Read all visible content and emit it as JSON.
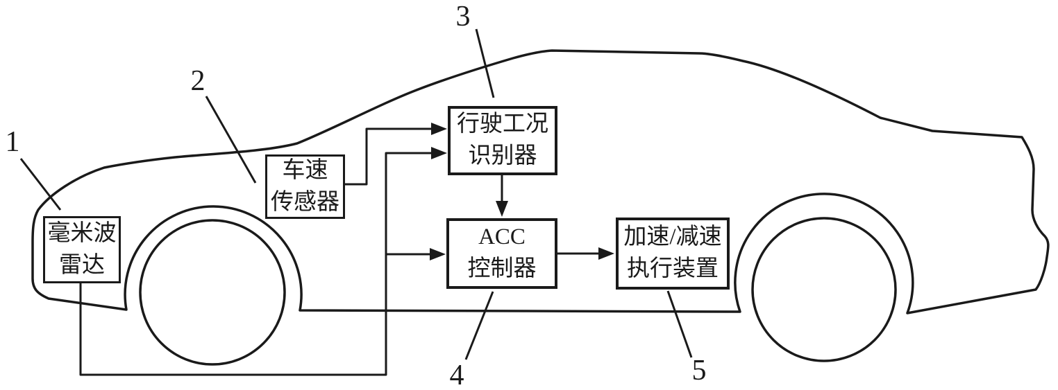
{
  "colors": {
    "background": "#ffffff",
    "line": "#1a1a1a",
    "text": "#1a1a1a"
  },
  "boxes": [
    {
      "number": "1",
      "name": "millimeter-wave-radar",
      "line1": "毫米波",
      "line2": "雷达"
    },
    {
      "number": "2",
      "name": "vehicle-speed-sensor",
      "line1": "车速",
      "line2": "传感器"
    },
    {
      "number": "3",
      "name": "driving-condition-recognizer",
      "line1": "行驶工况",
      "line2": "识别器"
    },
    {
      "number": "4",
      "name": "acc-controller",
      "line1": "ACC",
      "line2": "控制器"
    },
    {
      "number": "5",
      "name": "accel-decel-actuator",
      "line1": "加速/减速",
      "line2": "执行装置"
    }
  ],
  "connections": [
    {
      "from": "millimeter-wave-radar",
      "to": "driving-condition-recognizer",
      "arrow": true
    },
    {
      "from": "millimeter-wave-radar",
      "to": "acc-controller",
      "arrow": true
    },
    {
      "from": "vehicle-speed-sensor",
      "to": "driving-condition-recognizer",
      "arrow": true
    },
    {
      "from": "driving-condition-recognizer",
      "to": "acc-controller",
      "arrow": true
    },
    {
      "from": "acc-controller",
      "to": "accel-decel-actuator",
      "arrow": true
    }
  ]
}
